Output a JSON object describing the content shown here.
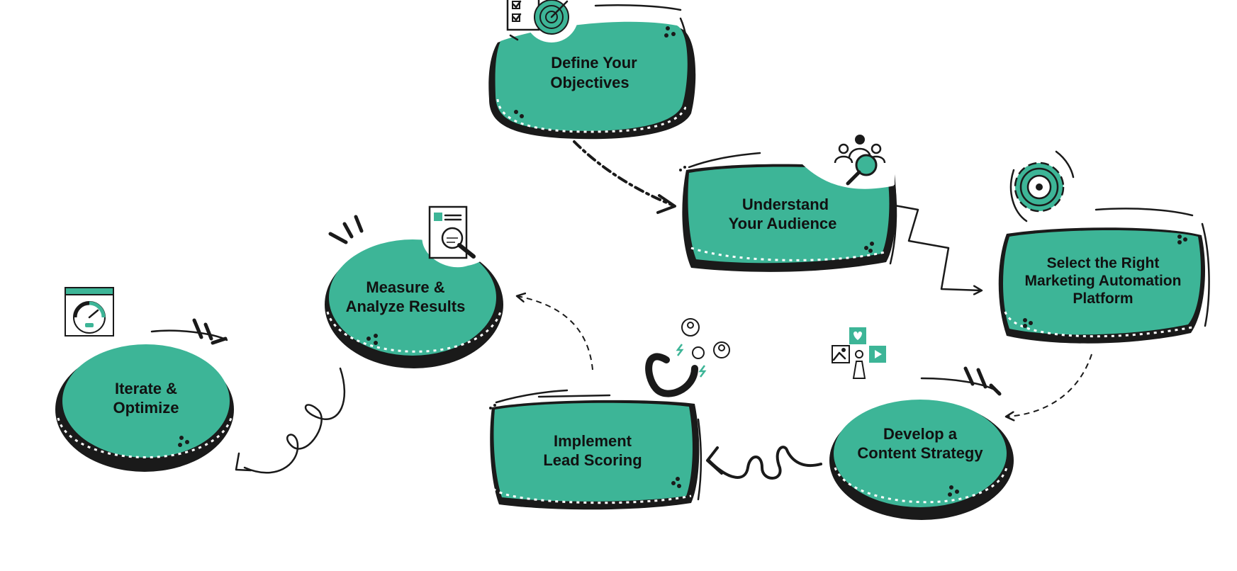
{
  "colors": {
    "accent": "#3db597",
    "ink": "#1a1a1a",
    "background": "#ffffff"
  },
  "steps": [
    {
      "id": "define",
      "label_line1": "Define Your",
      "label_line2": "Objectives",
      "icon": "target-checklist-icon"
    },
    {
      "id": "understand",
      "label_line1": "Understand",
      "label_line2": "Your Audience",
      "icon": "audience-search-icon"
    },
    {
      "id": "select",
      "label_line1": "Select the Right",
      "label_line2": "Marketing Automation",
      "label_line3": "Platform",
      "icon": "gear-icon"
    },
    {
      "id": "develop",
      "label_line1": "Develop a",
      "label_line2": "Content Strategy",
      "icon": "content-media-icon"
    },
    {
      "id": "implement",
      "label_line1": "Implement",
      "label_line2": "Lead Scoring",
      "icon": "magnet-leads-icon"
    },
    {
      "id": "measure",
      "label_line1": "Measure &",
      "label_line2": "Analyze Results",
      "icon": "document-magnifier-icon"
    },
    {
      "id": "iterate",
      "label_line1": "Iterate &",
      "label_line2": "Optimize",
      "icon": "speed-gauge-icon"
    }
  ]
}
